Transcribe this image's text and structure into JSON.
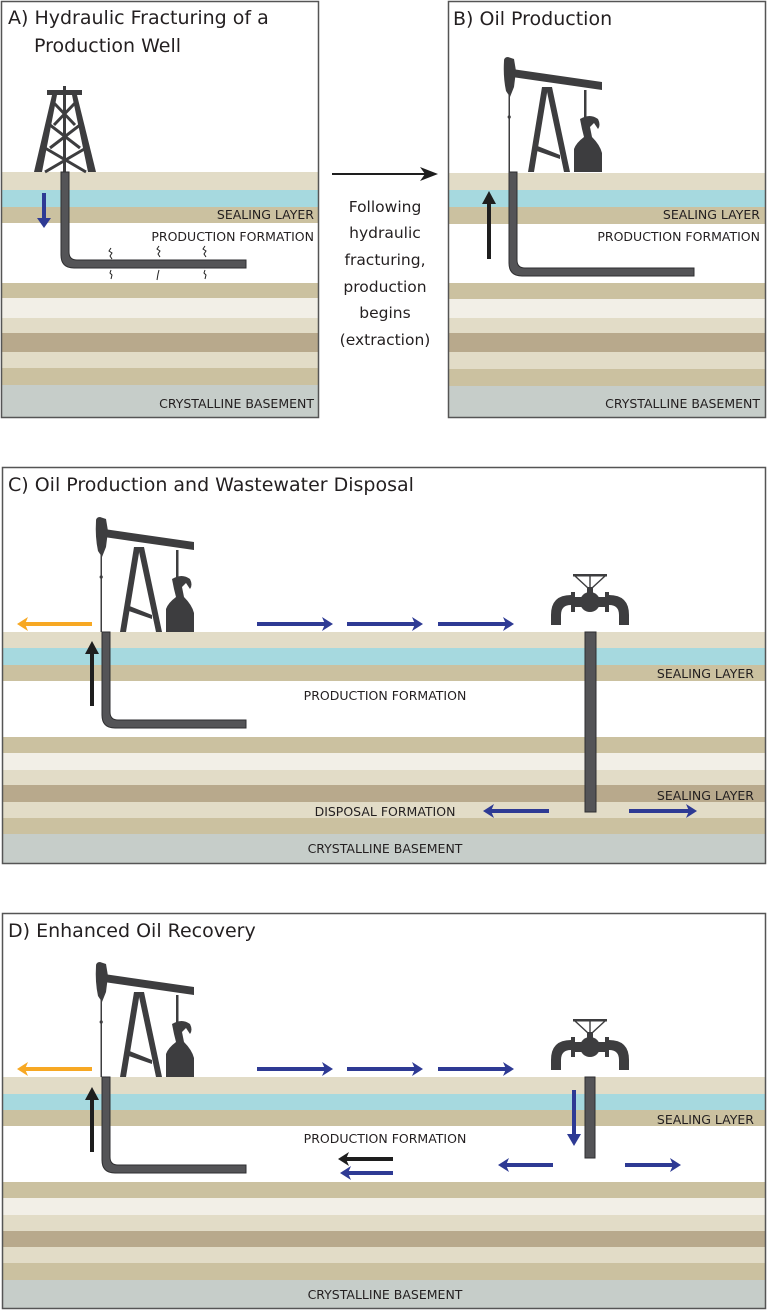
{
  "colors": {
    "tan": "#cbc1a0",
    "light_tan": "#e2dcc7",
    "cream": "#f2efe7",
    "dark_tan": "#b8a98c",
    "aquifer_blue": "#a6d9df",
    "basement_gray": "#c6cdc9",
    "flow_blue": "#2e3a94",
    "oil_orange": "#f7a823",
    "upflow_black": "#1e1e1e",
    "equipment_gray": "#3d3d3f"
  },
  "layers_legend": {
    "sealing_layer": "SEALING LAYER",
    "production_formation": "PRODUCTION FORMATION",
    "disposal_formation": "DISPOSAL FORMATION",
    "crystalline_basement": "CRYSTALLINE BASEMENT"
  },
  "panels": {
    "a": {
      "title_line1": "A) Hydraulic Fracturing of a",
      "title_line2": "Production Well",
      "sealing": "SEALING LAYER",
      "production": "PRODUCTION FORMATION",
      "basement": "CRYSTALLINE BASEMENT",
      "equipment": "drilling-derrick",
      "flow": "fluid injected downward",
      "fracture_count": 3
    },
    "transition": {
      "lines": [
        "Following",
        "hydraulic",
        "fracturing,",
        "production",
        "begins",
        "(extraction)"
      ]
    },
    "b": {
      "title": "B) Oil Production",
      "sealing": "SEALING LAYER",
      "production": "PRODUCTION FORMATION",
      "basement": "CRYSTALLINE BASEMENT",
      "equipment": "pump-jack",
      "flow": "oil extracted upward"
    },
    "c": {
      "title": "C) Oil Production and Wastewater Disposal",
      "sealing_upper": "SEALING LAYER",
      "production": "PRODUCTION FORMATION",
      "sealing_lower": "SEALING LAYER",
      "disposal": "DISPOSAL FORMATION",
      "basement": "CRYSTALLINE BASEMENT",
      "equipment": [
        "pump-jack",
        "injection-wellhead-valve"
      ]
    },
    "d": {
      "title": "D) Enhanced Oil Recovery",
      "sealing": "SEALING LAYER",
      "production": "PRODUCTION FORMATION",
      "basement": "CRYSTALLINE BASEMENT",
      "equipment": [
        "pump-jack",
        "injection-wellhead-valve"
      ]
    }
  }
}
